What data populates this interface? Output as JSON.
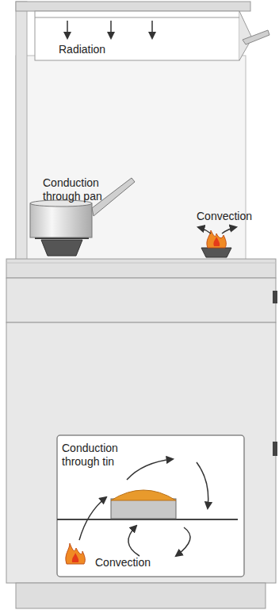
{
  "diagram": {
    "labels": [
      "Radiation",
      "Conduction through pan",
      "Convection",
      "Conduction through tin",
      "Convection"
    ]
  }
}
